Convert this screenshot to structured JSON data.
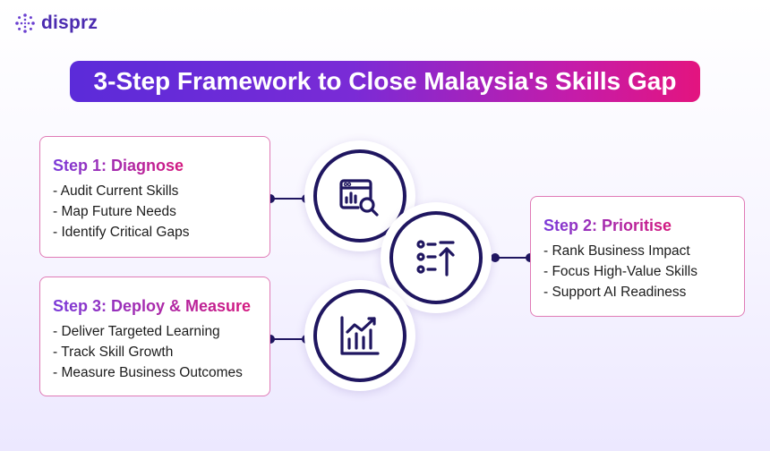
{
  "brand": {
    "name": "disprz"
  },
  "title": "3-Step Framework to Close Malaysia's Skills Gap",
  "steps": [
    {
      "title": "Step 1: Diagnose",
      "items": [
        "- Audit Current Skills",
        "- Map Future Needs",
        "- Identify Critical Gaps"
      ],
      "icon": "analytics-search-icon"
    },
    {
      "title": "Step 2: Prioritise",
      "items": [
        "- Rank Business Impact",
        "- Focus High-Value Skills",
        "- Support AI Readiness"
      ],
      "icon": "list-priority-icon"
    },
    {
      "title": "Step 3: Deploy & Measure",
      "items": [
        "- Deliver Targeted Learning",
        "- Track Skill Growth",
        "- Measure Business Outcomes"
      ],
      "icon": "growth-chart-icon"
    }
  ],
  "colors": {
    "accent_start": "#5b2bd9",
    "accent_end": "#e3147f",
    "card_border": "#e07bb6",
    "icon_stroke": "#1f1660"
  }
}
